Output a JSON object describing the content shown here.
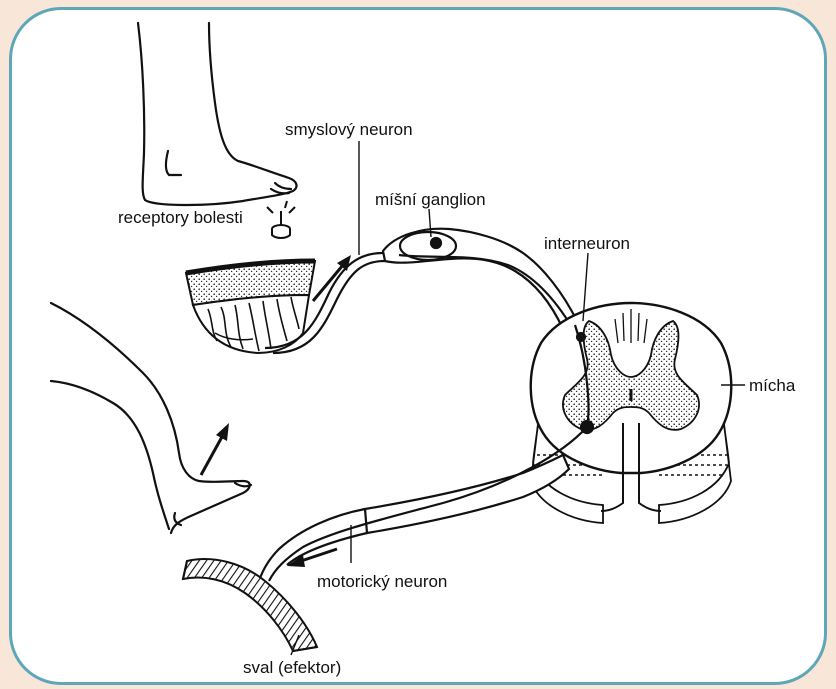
{
  "colors": {
    "background": "#f8e7d8",
    "frame_border": "#5fa6b8",
    "panel": "#ffffff",
    "ink": "#111111"
  },
  "labels": {
    "sensory_neuron": "smyslový neuron",
    "spinal_ganglion": "míšní ganglion",
    "pain_receptors": "receptory bolesti",
    "interneuron": "interneuron",
    "spinal_cord": "mícha",
    "motor_neuron": "motorický neuron",
    "muscle_effector": "sval (efektor)"
  },
  "icons": {
    "arrow_sensory": "arrow-up-right",
    "arrow_leg": "arrow-up-right",
    "arrow_motor": "arrow-left"
  }
}
